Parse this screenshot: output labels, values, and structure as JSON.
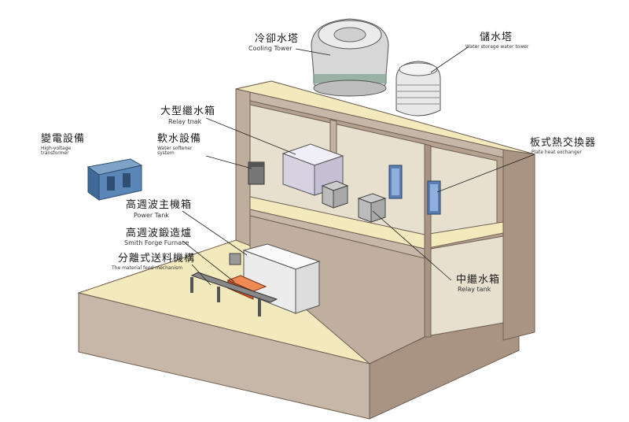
{
  "labels": {
    "cooling_tower": {
      "zh": "冷卻水塔",
      "en": "Cooling Tower"
    },
    "storage_tower": {
      "zh": "儲水塔",
      "en": "Water storage water tower"
    },
    "large_relay_tank": {
      "zh": "大型繼水箱",
      "en": "Relay tnak"
    },
    "softener": {
      "zh": "軟水設備",
      "en": "Water softener system"
    },
    "transformer": {
      "zh": "變電設備",
      "en": "High-voltage transformer"
    },
    "heat_exchanger": {
      "zh": "板式熱交換器",
      "en": "Plate heat exchanger"
    },
    "power_tank": {
      "zh": "高週波主機箱",
      "en": "Power Tank"
    },
    "forge_furnace": {
      "zh": "高週波鍛造爐",
      "en": "Smith Forge Furnace"
    },
    "feed_mechanism": {
      "zh": "分離式送料機構",
      "en": "The material feed mechanism"
    },
    "mid_relay_tank": {
      "zh": "中繼水箱",
      "en": "Relay tank"
    }
  },
  "colors": {
    "floor_top": "#f2e9bd",
    "wall_light": "#c7b7a8",
    "wall_dark": "#a99484",
    "interior": "#e7e0cf",
    "steel": "#c9c9c9",
    "blue_equipment": "#5b86b8",
    "furnace_orange": "#d8582a",
    "leader_line": "#222222"
  }
}
